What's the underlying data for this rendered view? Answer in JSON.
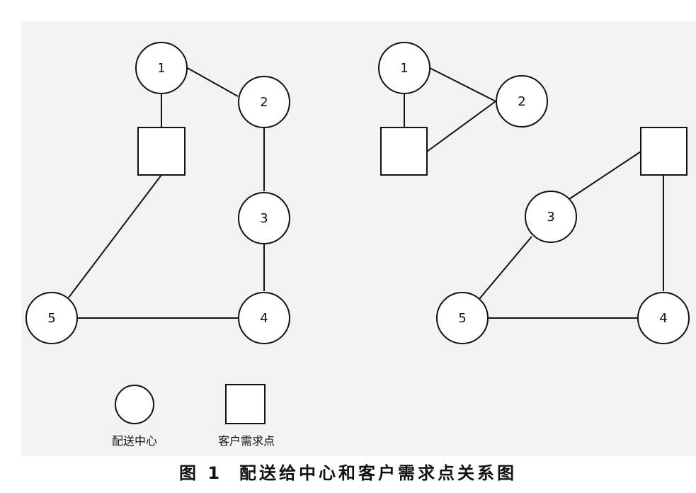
{
  "diagram": {
    "left_graph": {
      "nodes": [
        {
          "id": "1",
          "kind": "distribution-center",
          "label": "1"
        },
        {
          "id": "2",
          "kind": "distribution-center",
          "label": "2"
        },
        {
          "id": "3",
          "kind": "distribution-center",
          "label": "3"
        },
        {
          "id": "4",
          "kind": "distribution-center",
          "label": "4"
        },
        {
          "id": "5",
          "kind": "distribution-center",
          "label": "5"
        },
        {
          "id": "sq",
          "kind": "customer-demand-point",
          "label": ""
        }
      ],
      "edges": [
        [
          "1",
          "2"
        ],
        [
          "1",
          "sq"
        ],
        [
          "2",
          "3"
        ],
        [
          "3",
          "4"
        ],
        [
          "4",
          "5"
        ],
        [
          "sq",
          "5"
        ]
      ]
    },
    "right_graph": {
      "nodes": [
        {
          "id": "1",
          "kind": "distribution-center",
          "label": "1"
        },
        {
          "id": "2",
          "kind": "distribution-center",
          "label": "2"
        },
        {
          "id": "3",
          "kind": "distribution-center",
          "label": "3"
        },
        {
          "id": "4",
          "kind": "distribution-center",
          "label": "4"
        },
        {
          "id": "5",
          "kind": "distribution-center",
          "label": "5"
        },
        {
          "id": "sqA",
          "kind": "customer-demand-point",
          "label": ""
        },
        {
          "id": "sqB",
          "kind": "customer-demand-point",
          "label": ""
        }
      ],
      "edges": [
        [
          "1",
          "2"
        ],
        [
          "1",
          "sqA"
        ],
        [
          "sqA",
          "2"
        ],
        [
          "sqB",
          "3"
        ],
        [
          "sqB",
          "4"
        ],
        [
          "3",
          "5"
        ],
        [
          "5",
          "4"
        ]
      ]
    },
    "legend": {
      "circle_label": "配送中心",
      "square_label": "客户需求点"
    },
    "caption": {
      "figure_number": "图 1",
      "title": "配送给中心和客户需求点关系图"
    }
  }
}
